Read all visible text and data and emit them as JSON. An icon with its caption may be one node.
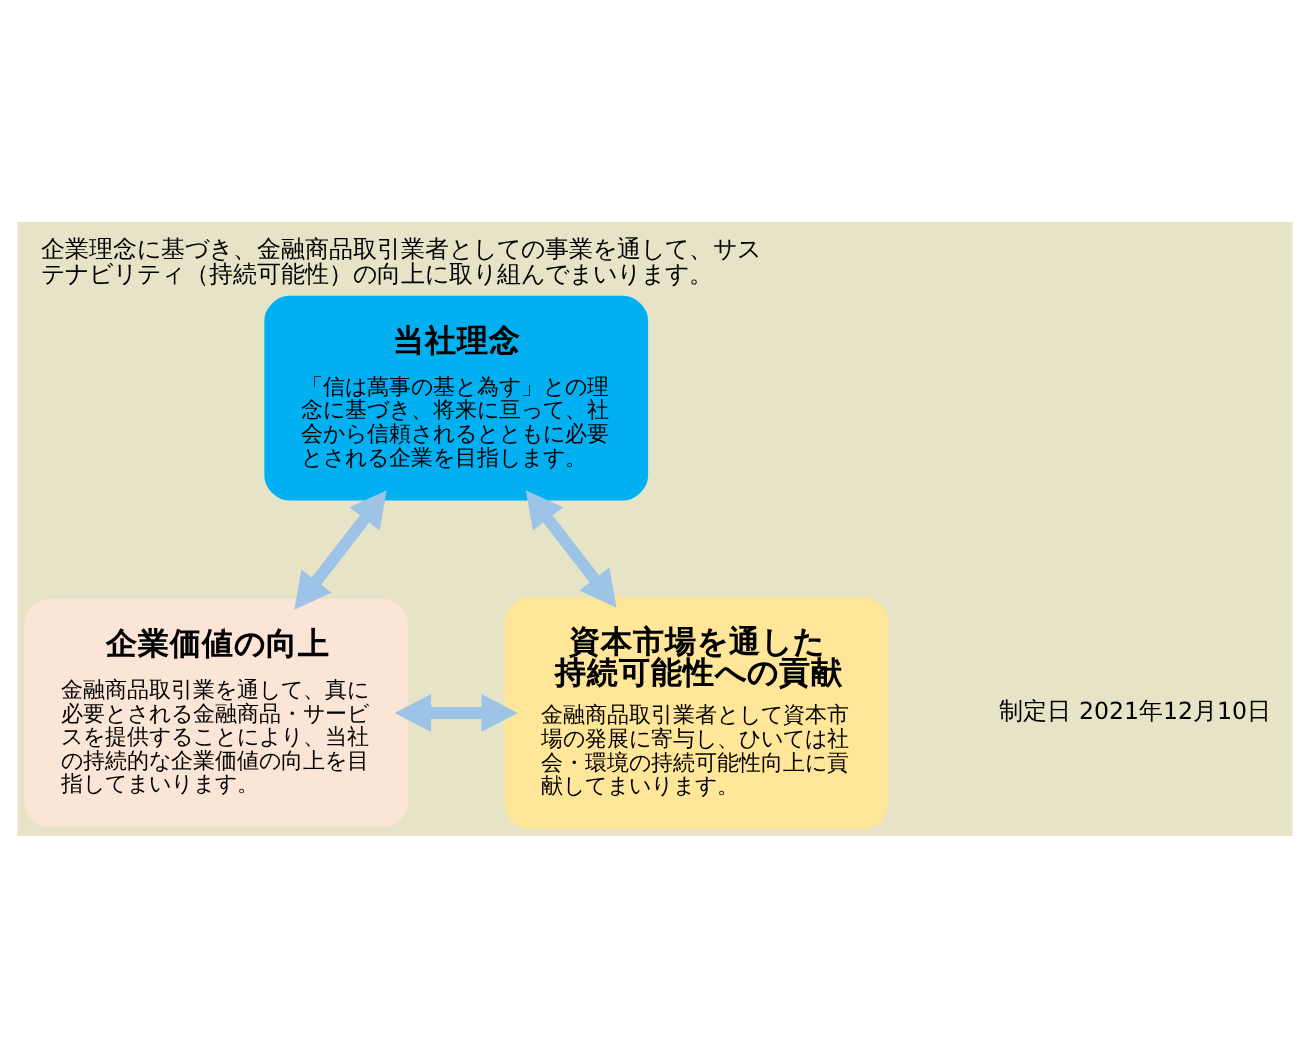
{
  "diagram": {
    "title": "企業理念に基づき、金融商品取引業者としての事業を通して、サステナビリティ（持続可能性）の向上に取り組んでまいります。",
    "nodes": [
      {
        "text": [
          "当社理念",
          "「信は萬事の基と為す」との理念に基づき、将来に亘って、社会から信頼されるとともに必要とされる企業を目指します。"
        ]
      },
      {
        "text": [
          "企業価値の向上",
          "金融商品取引業を通して、真に必要とされる金融商品・サービスを提供することにより、当社の持続的な企業価値の向上を目指してまいります。"
        ]
      },
      {
        "text": [
          "資本市場を通した持続可能性への貢献",
          "金融商品取引業者として資本市場の発展に寄与し、ひいては社会・環境の持続可能性向上に貢献してまいります。"
        ]
      }
    ],
    "edges": [
      {
        "from": 0,
        "to": 1,
        "arrow": "both"
      },
      {
        "from": 1,
        "to": 2,
        "arrow": "both"
      },
      {
        "from": 2,
        "to": 0,
        "arrow": "both"
      }
    ],
    "labels": [
      "制定日 2021年12月10日"
    ]
  }
}
